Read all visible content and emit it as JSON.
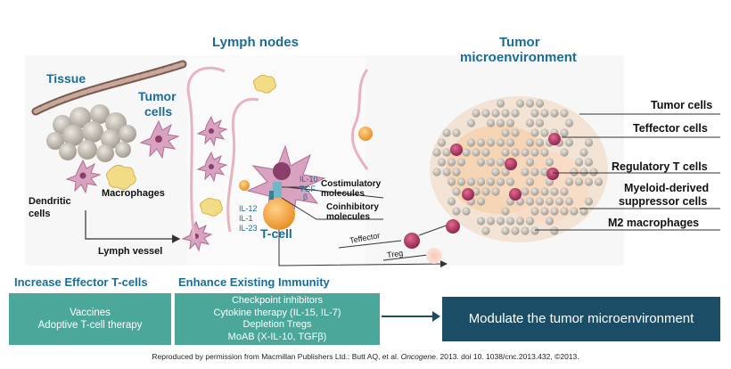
{
  "titles": {
    "lymph_nodes": "Lymph nodes",
    "tumor_microenvironment_line1": "Tumor",
    "tumor_microenvironment_line2": "microenvironment"
  },
  "left_panel": {
    "tissue": "Tissue",
    "tumor_cells_line1": "Tumor",
    "tumor_cells_line2": "cells",
    "dendritic_cells_line1": "Dendritic",
    "dendritic_cells_line2": "cells",
    "macrophages": "Macrophages",
    "lymph_vessel": "Lymph vessel"
  },
  "lymph_node_panel": {
    "il10": "IL-10",
    "tgfb_line1": "TGF",
    "tgfb_line2": "β",
    "il12": "IL-12",
    "il1": "IL-1",
    "il23": "IL-23",
    "costimulatory_line1": "Costimulatory",
    "costimulatory_line2": "molecules",
    "coinhibitory_line1": "Coinhibitory",
    "coinhibitory_line2": "molecules",
    "t_cell": "T-cell",
    "teffector": "Teffector",
    "treg": "Treg"
  },
  "tumor_legend": [
    "Tumor cells",
    "Teffector cells",
    "Regulatory T cells",
    "Myeloid-derived",
    "suppressor cells",
    "M2 macrophages"
  ],
  "strategies": {
    "increase_title": "Increase Effector T-cells",
    "increase_items": [
      "Vaccines",
      "Adoptive T-cell therapy"
    ],
    "enhance_title": "Enhance Existing Immunity",
    "enhance_items": [
      "Checkpoint inhibitors",
      "Cytokine therapy (IL-15, IL-7)",
      "Depletion Tregs",
      "MoAB (X-IL-10, TGFβ)"
    ],
    "outcome": "Modulate the tumor microenvironment"
  },
  "footer": {
    "text_before": "Reproduced by permission from Macmillan Publishers Ltd.: Butt AQ, et al. ",
    "journal": "Oncogene",
    "text_after": ". 2013.  doi 10. 1038/cnc.2013.432, ©2013."
  },
  "colors": {
    "title_blue": "#1a6d96",
    "box_teal": "#4aa79a",
    "box_navy": "#1b4e66",
    "tumor_cell_gray": "#c8c2b8",
    "treg_magenta": "#b0305c",
    "dendritic_pink": "#d9a2c0",
    "macrophage_yellow": "#f3dc86",
    "t_cell_orange": "#f2a13c"
  }
}
